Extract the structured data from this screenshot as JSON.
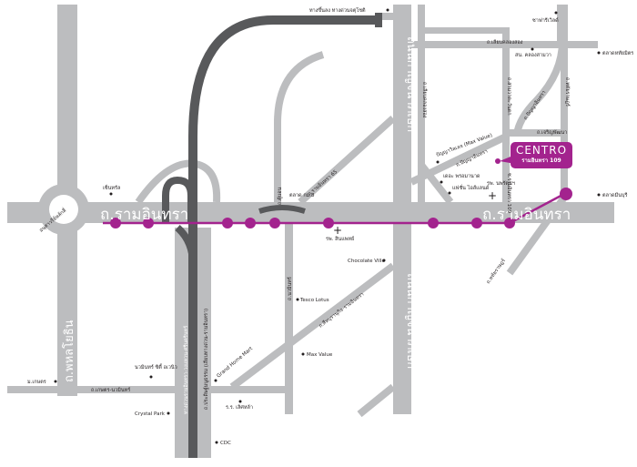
{
  "colors": {
    "road": "#bcbdbf",
    "expressway": "#58595b",
    "brand": "#a3238e"
  },
  "roads": {
    "ramintra": "ถ.รามอินทรา",
    "phahon": "ถ.พหลโยธิน",
    "roundabout": "อนุสาวรีย์หลักสี่",
    "kanchanaphisek_top": "ถนนกาญจนาภิเษก",
    "kanchanaphisek_bottom": "ถนนกาญจนาภิเษก",
    "expressway": "ทางด่วนรามอินทรา-วงแหวน-ศรีนครินทร์",
    "pradit": "ถ.ประดิษฐ์มนูธรรม (เลียบทางด่วน-รามอินทรา)",
    "kaset_nawamin": "ถ.เกษตร-นวมินทร์",
    "nawamin": "ถ.นวมินทร์",
    "diagonal": "ถ.สีหบุรานุกิจ-รามอินทรา",
    "ramintra65": "ถ.รามอินทรา 65",
    "khubon": "ถ.คู้บอน",
    "liab_khlong_song_h": "ถ.เลียบคลองสอง",
    "liab_khlong_song_v": "ถ.เลียบคลองสอง",
    "sammawa": "ถ.สามวาตะวันตก",
    "panya": "ถ.ปัญญาอินทรา",
    "panya2": "ถ.ปัญญาอินทรา",
    "charoen": "ถ.เจริญพัฒนา",
    "hathai": "ถ.หทัยราษฎร์",
    "ramintra109": "ซ.รามอินทรา 109"
  },
  "places": {
    "expressway_ramp": "ทางขึ้นลง ทางด่วนจตุโชติ",
    "central": "เซ็นทรัล",
    "km8_market": "ตลาด กม.8",
    "sinphaet": "รพ. สินแพทย์",
    "chocolate": "Chocolate Ville",
    "tesco": "Tesco Lotus",
    "maxvalue": "Max Value",
    "grandhome": "Grand Home Mart",
    "crystal": "Crystal Park",
    "cdc": "CDC",
    "lertla": "ร.ร. เลิศหล้า",
    "nawamin_city": "นวมินทร์ ซิตี้ อเวนิว",
    "kaset": "ม.เกษตร",
    "safari": "ซาฟารีเวิลด์",
    "police": "สน. คลองสามวา",
    "hathai_market": "ตลาดหทัยมิตร",
    "panya_village": "ปัญญาวิลเลจ (Max Value)",
    "promenade": "เดอะ พรอมานาด",
    "fashion": "แฟชั่น ไอส์แลนด์",
    "hospital": "รพ. นพรัตนฯ",
    "minburi_market": "ตลาดมีนบุรี"
  },
  "project": {
    "brand": "CENTRO",
    "sub": "รามอินทรา 109"
  }
}
